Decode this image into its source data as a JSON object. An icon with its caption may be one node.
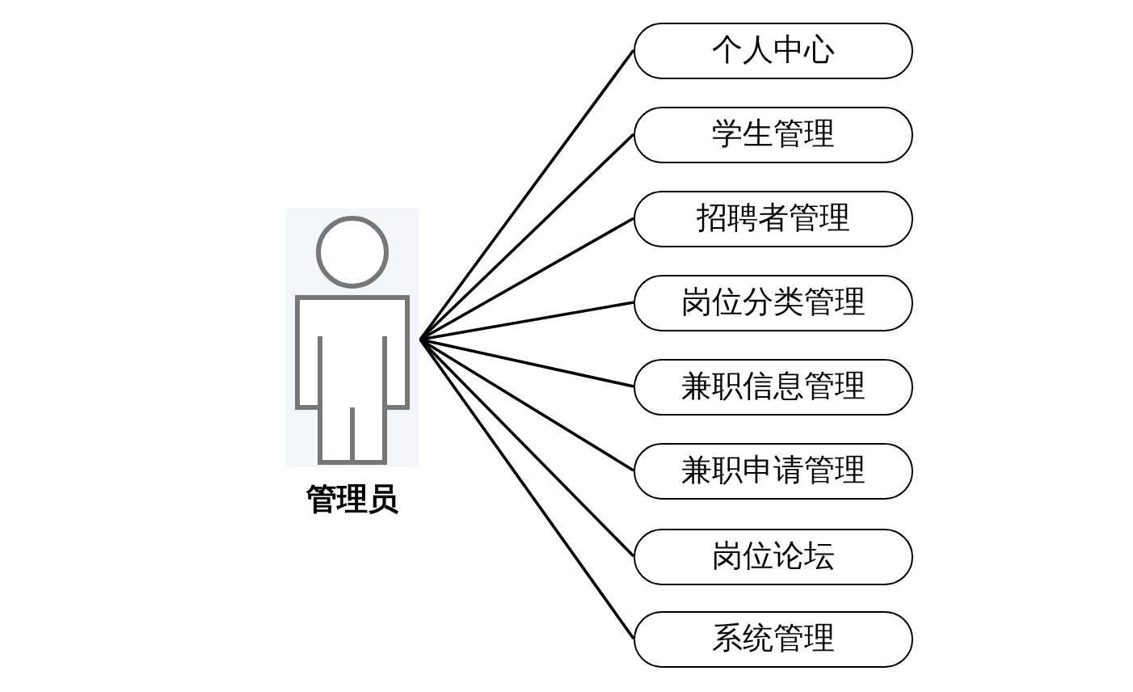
{
  "diagram": {
    "nodes": [
      {
        "text": [
          "管理员"
        ]
      },
      {
        "text": [
          "个人中心"
        ]
      },
      {
        "text": [
          "学生管理"
        ]
      },
      {
        "text": [
          "招聘者管理"
        ]
      },
      {
        "text": [
          "岗位分类管理"
        ]
      },
      {
        "text": [
          "兼职信息管理"
        ]
      },
      {
        "text": [
          "兼职申请管理"
        ]
      },
      {
        "text": [
          "岗位论坛"
        ]
      },
      {
        "text": [
          "系统管理"
        ]
      }
    ],
    "edges": [
      {
        "from": 0,
        "to": 1,
        "arrow": "none"
      },
      {
        "from": 0,
        "to": 2,
        "arrow": "none"
      },
      {
        "from": 0,
        "to": 3,
        "arrow": "none"
      },
      {
        "from": 0,
        "to": 4,
        "arrow": "none"
      },
      {
        "from": 0,
        "to": 5,
        "arrow": "none"
      },
      {
        "from": 0,
        "to": 6,
        "arrow": "none"
      },
      {
        "from": 0,
        "to": 7,
        "arrow": "none"
      },
      {
        "from": 0,
        "to": 8,
        "arrow": "none"
      }
    ]
  }
}
